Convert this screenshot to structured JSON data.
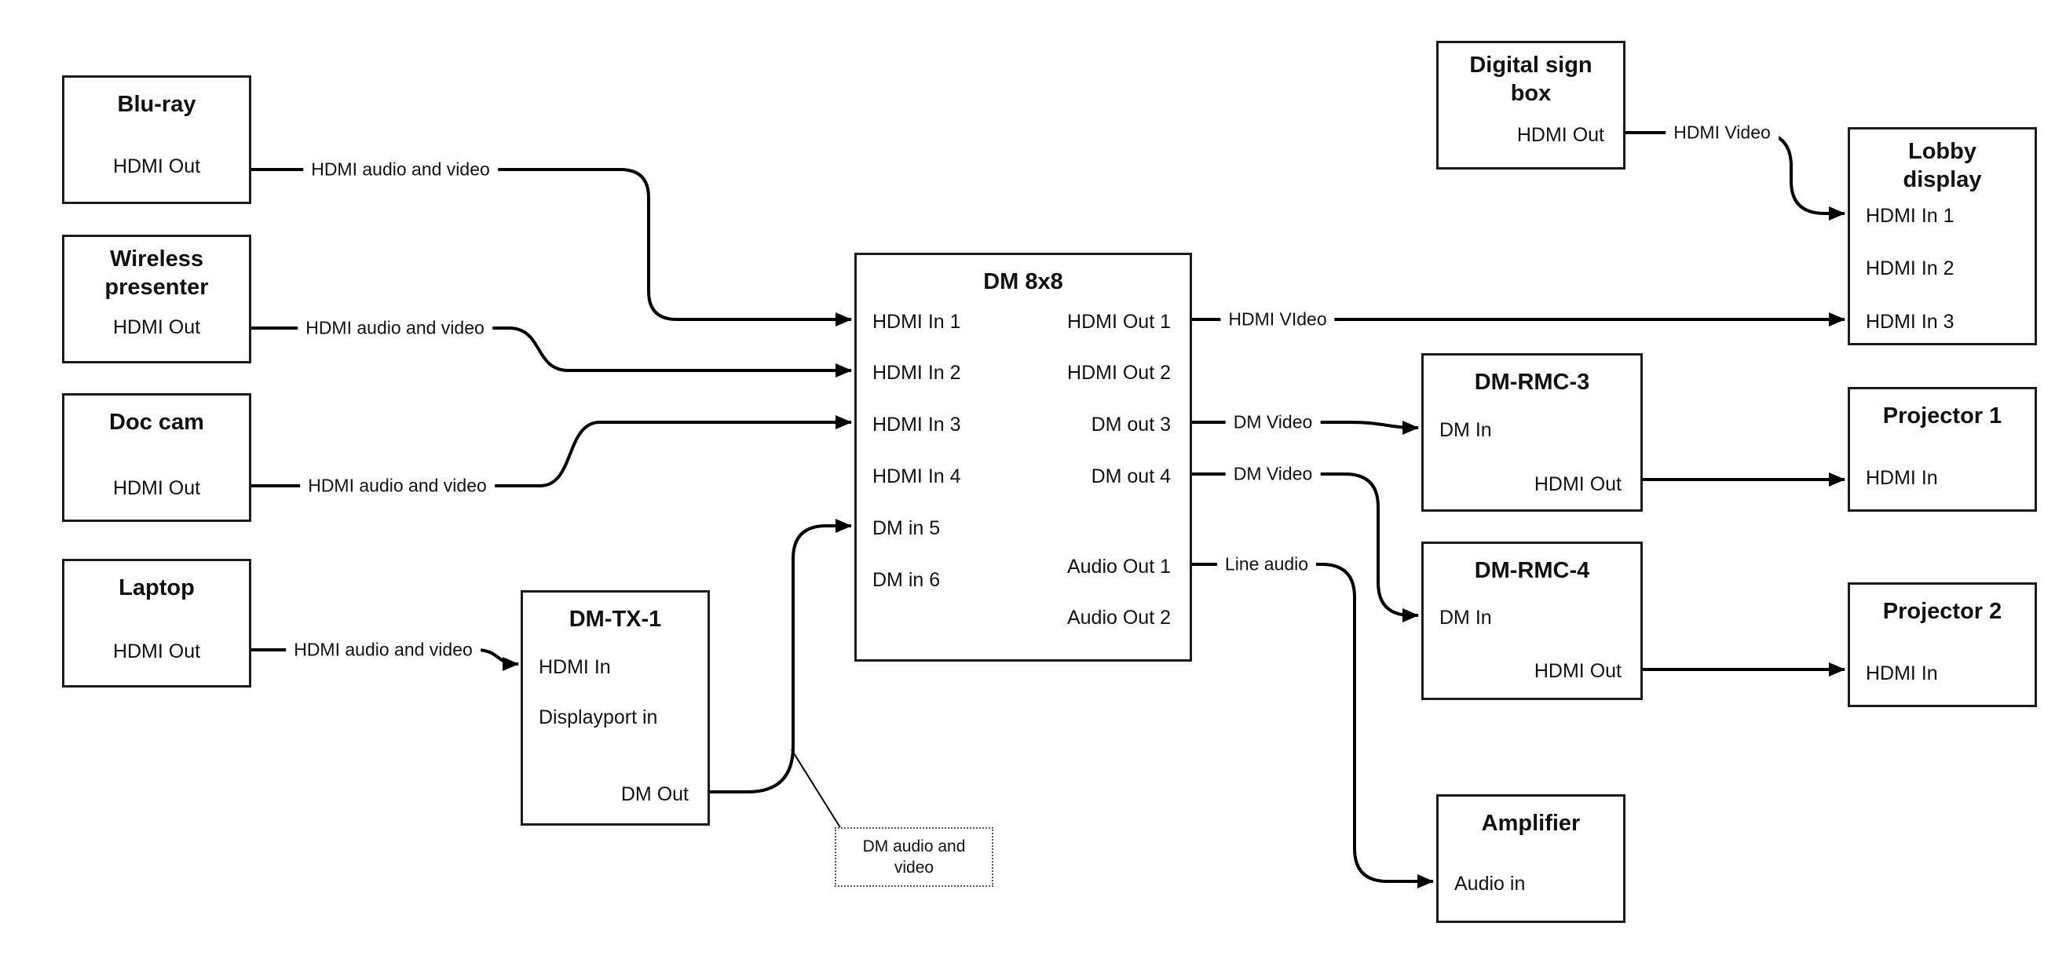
{
  "diagram": {
    "colors": {
      "line": "#000000",
      "box_border": "#1c1c1c",
      "background": "#ffffff"
    },
    "nodes": {
      "bluray": {
        "title": "Blu-ray",
        "port_hdmi_out": "HDMI Out"
      },
      "wireless": {
        "title": "Wireless presenter",
        "port_hdmi_out": "HDMI Out"
      },
      "doccam": {
        "title": "Doc cam",
        "port_hdmi_out": "HDMI Out"
      },
      "laptop": {
        "title": "Laptop",
        "port_hdmi_out": "HDMI Out"
      },
      "dmtx1": {
        "title": "DM-TX-1",
        "port_hdmi_in": "HDMI In",
        "port_dp_in": "Displayport in",
        "port_dm_out": "DM Out"
      },
      "dm8x8": {
        "title": "DM 8x8",
        "inputs": [
          "HDMI In 1",
          "HDMI In 2",
          "HDMI In 3",
          "HDMI In 4",
          "DM in 5",
          "DM in 6"
        ],
        "outputs": [
          "HDMI Out 1",
          "HDMI Out 2",
          "DM out 3",
          "DM out 4",
          "Audio Out 1",
          "Audio Out 2"
        ]
      },
      "signbox": {
        "title": "Digital sign box",
        "port_hdmi_out": "HDMI Out"
      },
      "lobby": {
        "title": "Lobby display",
        "ports": [
          "HDMI In 1",
          "HDMI In 2",
          "HDMI In 3"
        ]
      },
      "rmc3": {
        "title": "DM-RMC-3",
        "port_dm_in": "DM In",
        "port_hdmi_out": "HDMI Out"
      },
      "proj1": {
        "title": "Projector 1",
        "port_hdmi_in": "HDMI In"
      },
      "rmc4": {
        "title": "DM-RMC-4",
        "port_dm_in": "DM In",
        "port_hdmi_out": "HDMI Out"
      },
      "proj2": {
        "title": "Projector 2",
        "port_hdmi_in": "HDMI In"
      },
      "amplifier": {
        "title": "Amplifier",
        "port_audio_in": "Audio in"
      }
    },
    "edge_labels": {
      "bluray_dm": "HDMI audio and video",
      "wireless_dm": "HDMI audio and video",
      "doccam_dm": "HDMI audio and video",
      "laptop_tx": "HDMI audio and video",
      "out1_lobby": "HDMI VIdeo",
      "signbox_lobby": "HDMI Video",
      "out3_rmc3": "DM Video",
      "out4_rmc4": "DM Video",
      "audio1_amp": "Line audio",
      "note": "DM audio and video"
    }
  }
}
